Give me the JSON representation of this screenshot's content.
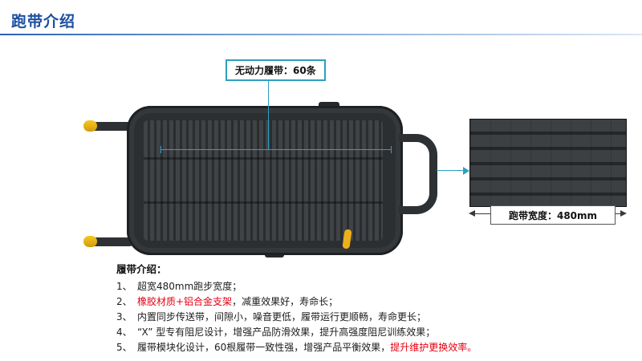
{
  "page": {
    "title": "跑带介绍"
  },
  "colors": {
    "accent_blue": "#1e4fa0",
    "callout_teal": "#2f9fc0",
    "highlight_red": "#e60012",
    "machine_dark": "#2c2f32",
    "accent_yellow": "#edb01a"
  },
  "callout": {
    "label": "无动力履带：60条"
  },
  "detail": {
    "width_label": "跑带宽度：480mm"
  },
  "intro": {
    "heading": "履带介绍：",
    "items": [
      {
        "prefix": "1、",
        "text": "超宽480mm跑步宽度；"
      },
      {
        "prefix": "2、",
        "red": "橡胶材质+铝合金支架",
        "rest": "，减重效果好，寿命长；"
      },
      {
        "prefix": "3、",
        "text": "内置同步传送带，间隙小，噪音更低，履带运行更顺畅，寿命更长；"
      },
      {
        "prefix": "4、",
        "text": "“X” 型专有阻尼设计，增强产品防滑效果，提升高强度阻尼训练效果；"
      },
      {
        "prefix": "5、",
        "text": "履带模块化设计，60根履带一致性强，增强产品平衡效果，",
        "red_end": "提升维护更换效率。"
      }
    ]
  }
}
